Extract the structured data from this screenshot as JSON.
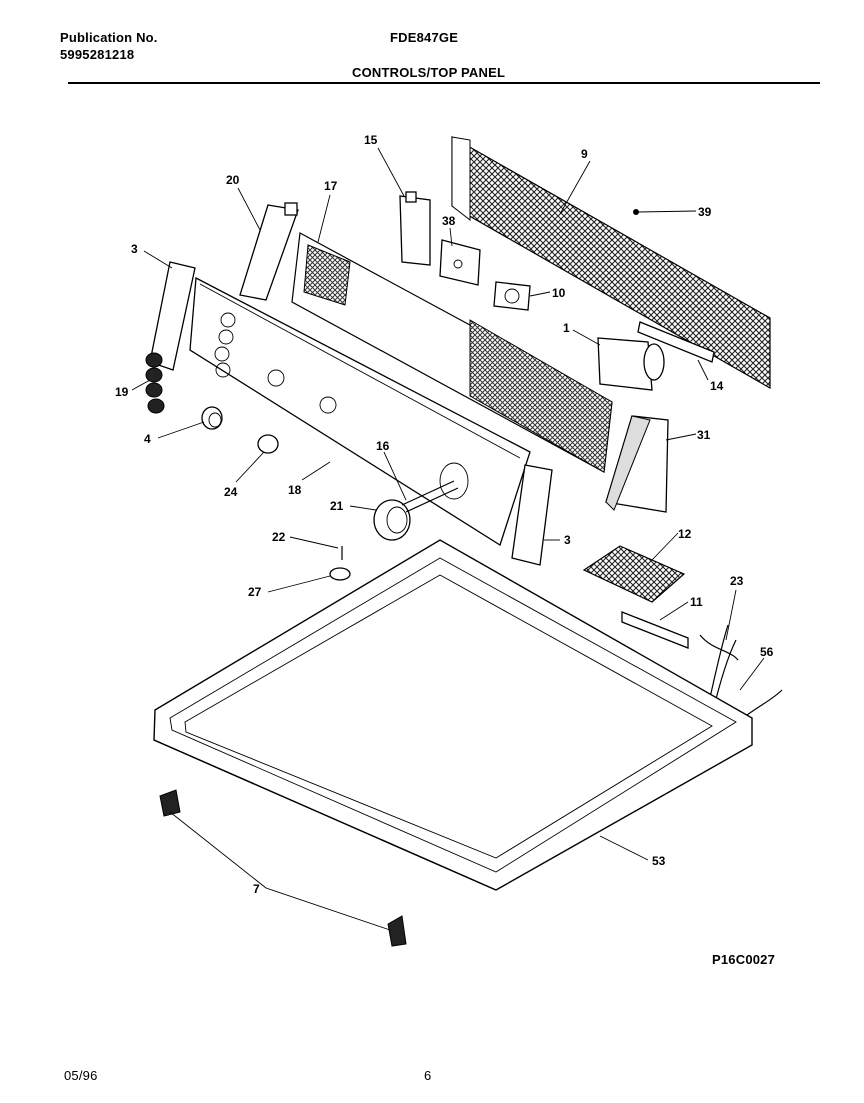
{
  "header": {
    "publication_label": "Publication No.",
    "publication_number": "5995281218",
    "model": "FDE847GE",
    "section_title": "CONTROLS/TOP PANEL"
  },
  "diagram": {
    "callouts": [
      "15",
      "9",
      "20",
      "17",
      "38",
      "39",
      "3",
      "10",
      "1",
      "14",
      "19",
      "4",
      "31",
      "16",
      "24",
      "18",
      "21",
      "3",
      "12",
      "22",
      "27",
      "23",
      "11",
      "56",
      "53",
      "7"
    ],
    "drawing_code": "P16C0027"
  },
  "footer": {
    "date": "05/96",
    "page": "6"
  }
}
